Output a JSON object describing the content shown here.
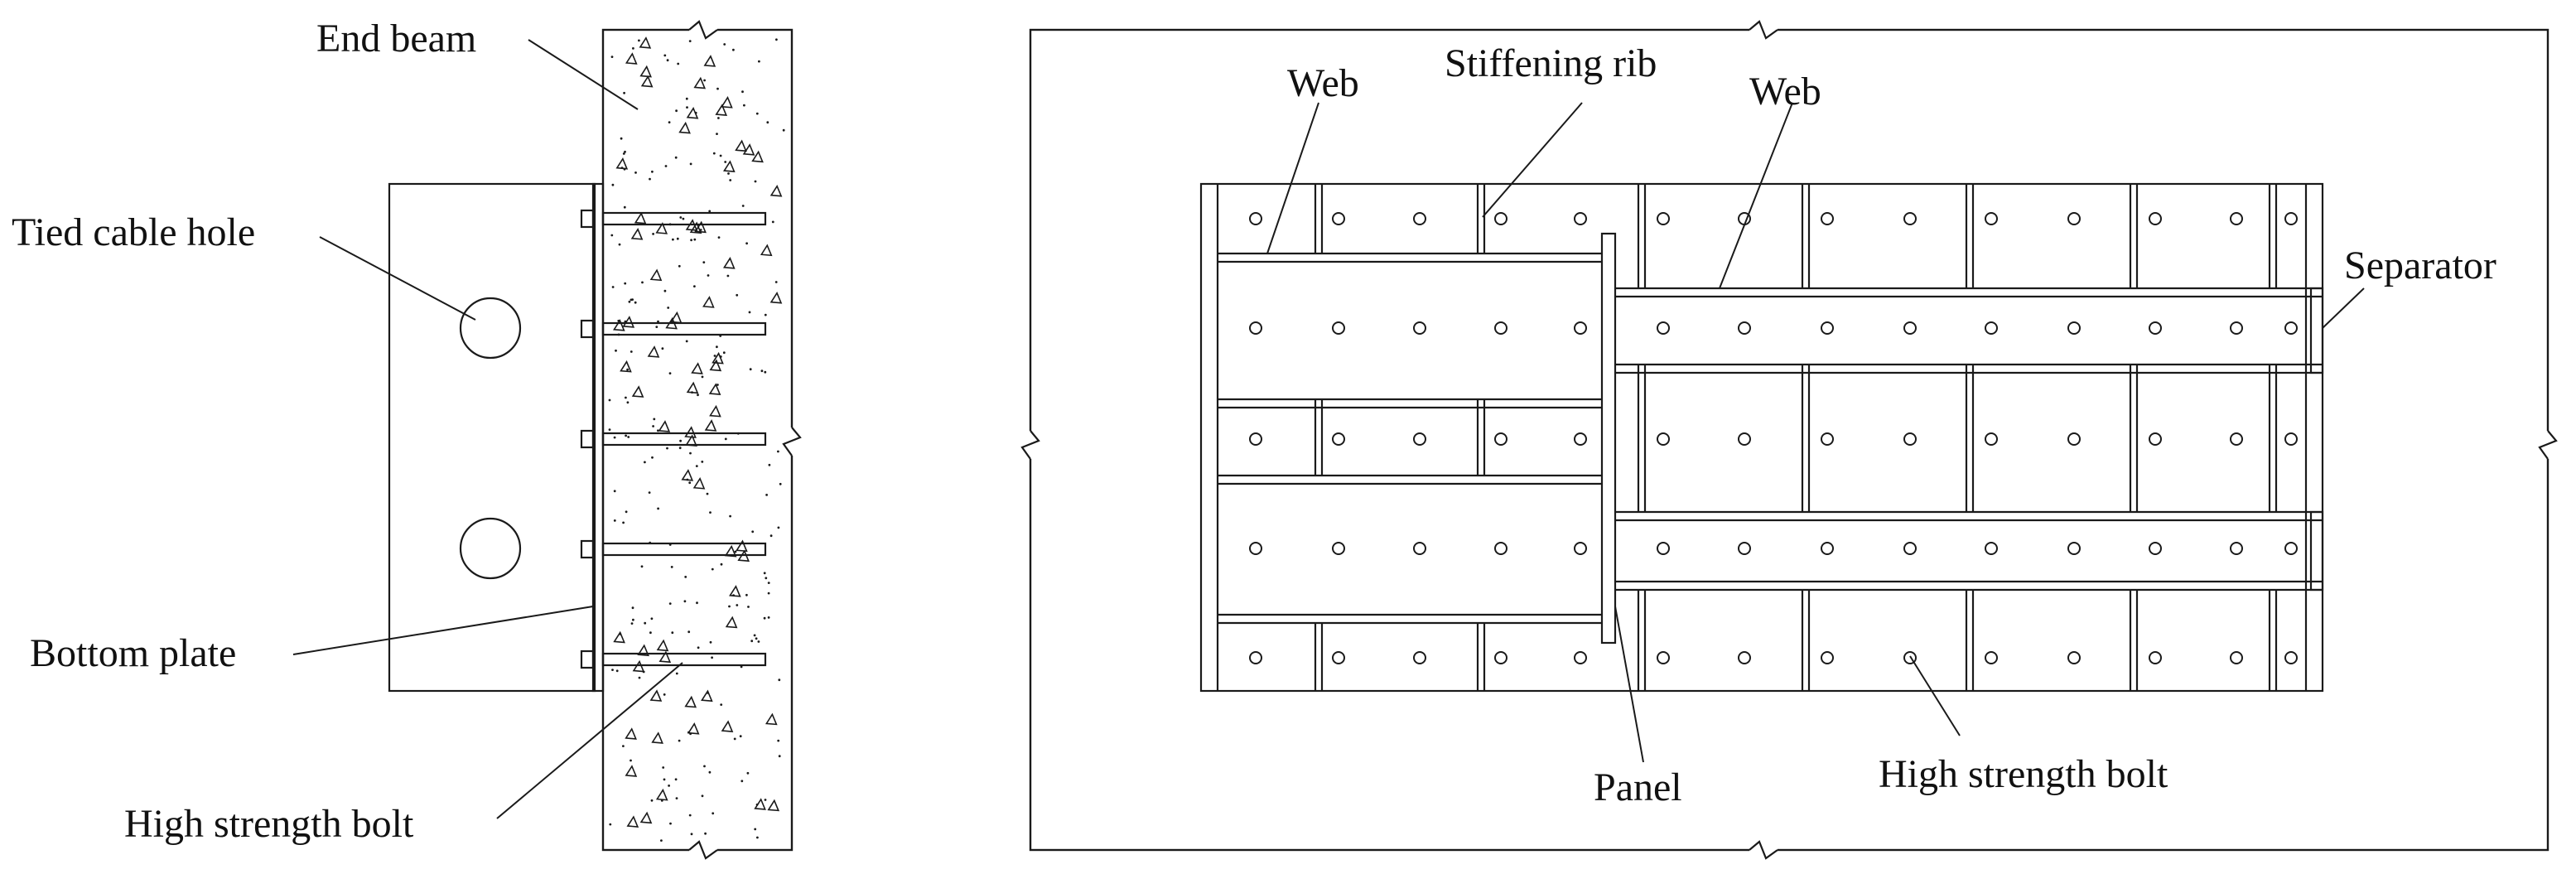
{
  "left_view": {
    "labels": {
      "end_beam": "End beam",
      "tied_cable_hole": "Tied cable hole",
      "bottom_plate": "Bottom plate",
      "high_strength_bolt": "High strength bolt"
    }
  },
  "right_view": {
    "labels": {
      "web_left": "Web",
      "stiffening_rib": "Stiffening rib",
      "web_right": "Web",
      "separator": "Separator",
      "panel": "Panel",
      "high_strength_bolt": "High strength bolt"
    }
  },
  "colors": {
    "line": "#1a1a1a",
    "background": "#ffffff"
  }
}
